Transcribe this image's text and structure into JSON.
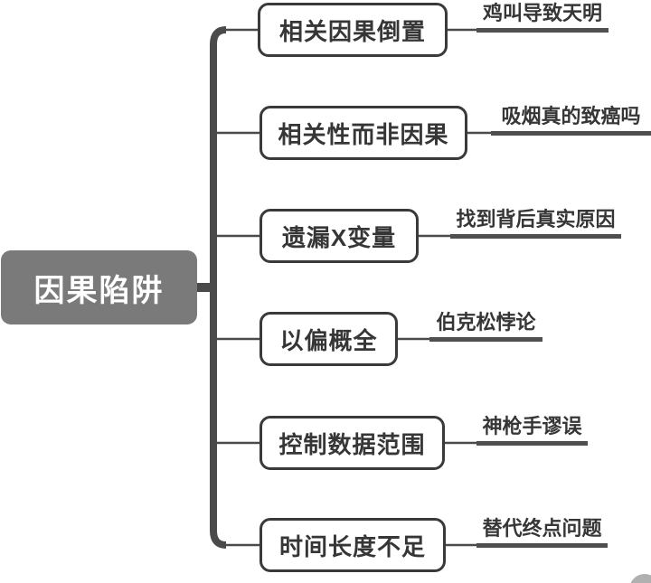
{
  "root": {
    "label": "因果陷阱"
  },
  "branches": [
    {
      "label": "相关因果倒置",
      "leaf": "鸡叫导致天明"
    },
    {
      "label": "相关性而非因果",
      "leaf": "吸烟真的致癌吗"
    },
    {
      "label": "遗漏X变量",
      "leaf": "找到背后真实原因"
    },
    {
      "label": "以偏概全",
      "leaf": "伯克松悖论"
    },
    {
      "label": "控制数据范围",
      "leaf": "神枪手谬误"
    },
    {
      "label": "时间长度不足",
      "leaf": "替代终点问题"
    }
  ],
  "colors": {
    "root_fill": "#7a7a7a",
    "root_text": "#ffffff",
    "connector": "#4a4a4a",
    "node_border": "#3a3a3a",
    "node_text": "#363636",
    "leaf_text": "#363636",
    "leaf_underline": "#4f4f4f",
    "background": "#ffffff",
    "watermark": "#b0b0b0"
  }
}
